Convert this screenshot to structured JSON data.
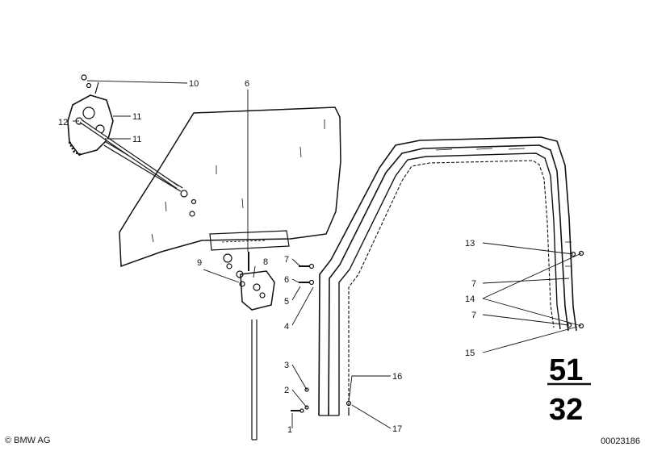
{
  "diagram": {
    "callouts": [
      "10",
      "6",
      "11",
      "12",
      "11",
      "9",
      "8",
      "7",
      "6",
      "5",
      "4",
      "3",
      "2",
      "1",
      "16",
      "17",
      "13",
      "7",
      "14",
      "7",
      "15"
    ],
    "group_number_top": "51",
    "group_number_bottom": "32"
  },
  "footer": {
    "copyright": "© BMW AG",
    "document_number": "00023186"
  }
}
